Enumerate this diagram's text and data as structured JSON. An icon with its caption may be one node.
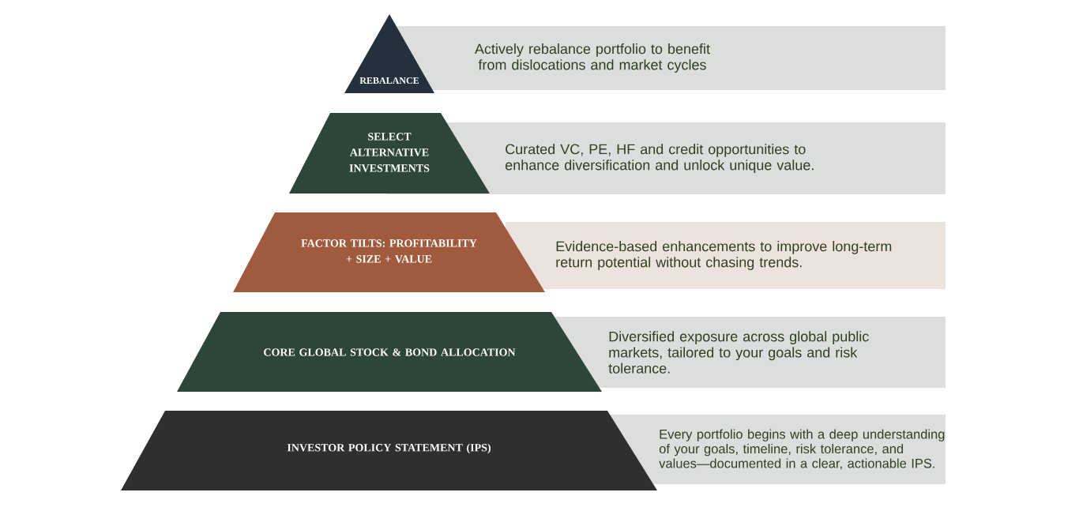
{
  "diagram": {
    "nodes": [
      {
        "text": [
          "REBALANCE"
        ]
      },
      {
        "text": [
          "Actively rebalance portfolio to benefit from dislocations and market cycles"
        ]
      },
      {
        "text": [
          "SELECT ALTERNATIVE INVESTMENTS"
        ]
      },
      {
        "text": [
          "Curated VC, PE, HF and credit opportunities to enhance diversification and unlock unique value."
        ]
      },
      {
        "text": [
          "FACTOR TILTS: PROFITABILITY + SIZE + VALUE"
        ]
      },
      {
        "text": [
          "Evidence-based enhancements to improve long-term return potential without chasing trends."
        ]
      },
      {
        "text": [
          "CORE GLOBAL STOCK & BOND ALLOCATION"
        ]
      },
      {
        "text": [
          "Diversified exposure across global public markets, tailored to your goals and risk tolerance."
        ]
      },
      {
        "text": [
          "INVESTOR POLICY STATEMENT (IPS)"
        ]
      },
      {
        "text": [
          "Every portfolio begins with a deep understanding of your goals, timeline, risk tolerance, and values—documented in a clear, actionable IPS."
        ]
      }
    ]
  }
}
